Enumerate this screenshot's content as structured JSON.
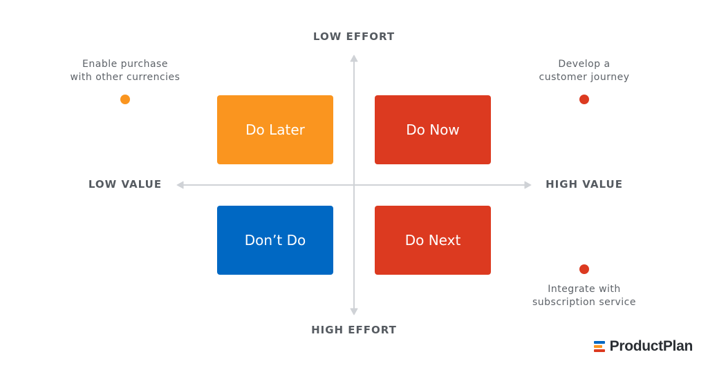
{
  "axes": {
    "top": "LOW EFFORT",
    "bottom": "HIGH EFFORT",
    "left": "LOW VALUE",
    "right": "HIGH VALUE",
    "color": "#cfd2d6"
  },
  "quadrants": [
    {
      "id": "later",
      "label": "Do Later",
      "color": "#fa951f"
    },
    {
      "id": "now",
      "label": "Do Now",
      "color": "#dc3a20"
    },
    {
      "id": "dont",
      "label": "Don’t Do",
      "color": "#0068c3"
    },
    {
      "id": "next",
      "label": "Do Next",
      "color": "#dc3a20"
    }
  ],
  "notes": [
    {
      "id": "tl",
      "lines": [
        "Enable purchase",
        "with other currencies"
      ],
      "dot_color": "#fa951f"
    },
    {
      "id": "tr",
      "lines": [
        "Develop a",
        "customer journey"
      ],
      "dot_color": "#dc3a20"
    },
    {
      "id": "br",
      "lines": [
        "Integrate with",
        "subscription service"
      ],
      "dot_color": "#dc3a20"
    }
  ],
  "brand": {
    "name": "ProductPlan",
    "logo_colors": [
      "#0068c3",
      "#fa951f",
      "#dc3a20"
    ]
  }
}
